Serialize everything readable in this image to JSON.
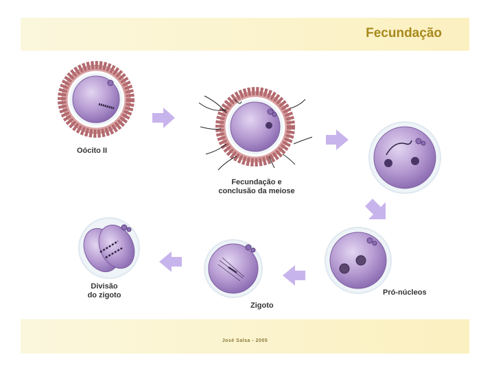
{
  "header": {
    "title": "Fecundação"
  },
  "footer": {
    "credit": "José Salsa - 2005"
  },
  "stages": {
    "oocito": {
      "label": "Oócito II"
    },
    "fecundacao": {
      "label_line1": "Fecundação e",
      "label_line2": "conclusão da meiose"
    },
    "pronucleos": {
      "label": "Pró-núcleos"
    },
    "zigoto": {
      "label": "Zigoto"
    },
    "divisao": {
      "label_line1": "Divisão",
      "label_line2": "do zigoto"
    }
  },
  "colors": {
    "title": "#a7891c",
    "band": "#fbf3cf",
    "cell": "#b59bd0",
    "arrow": "#c8b4ec",
    "follicle": "#a4585d"
  }
}
